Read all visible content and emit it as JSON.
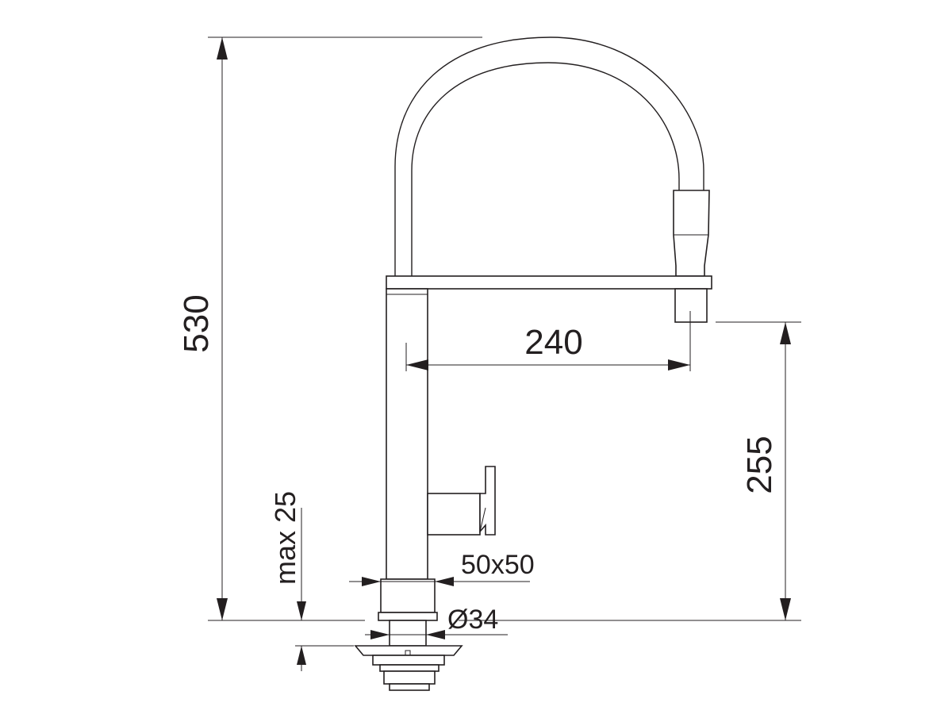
{
  "drawing": {
    "line_color": "#231f20",
    "background": "#ffffff",
    "dimensions": {
      "total_height": "530",
      "spout_reach": "240",
      "spout_height": "255",
      "max_thickness": "max 25",
      "base_size": "50x50",
      "hole_diameter": "Ø34"
    }
  }
}
